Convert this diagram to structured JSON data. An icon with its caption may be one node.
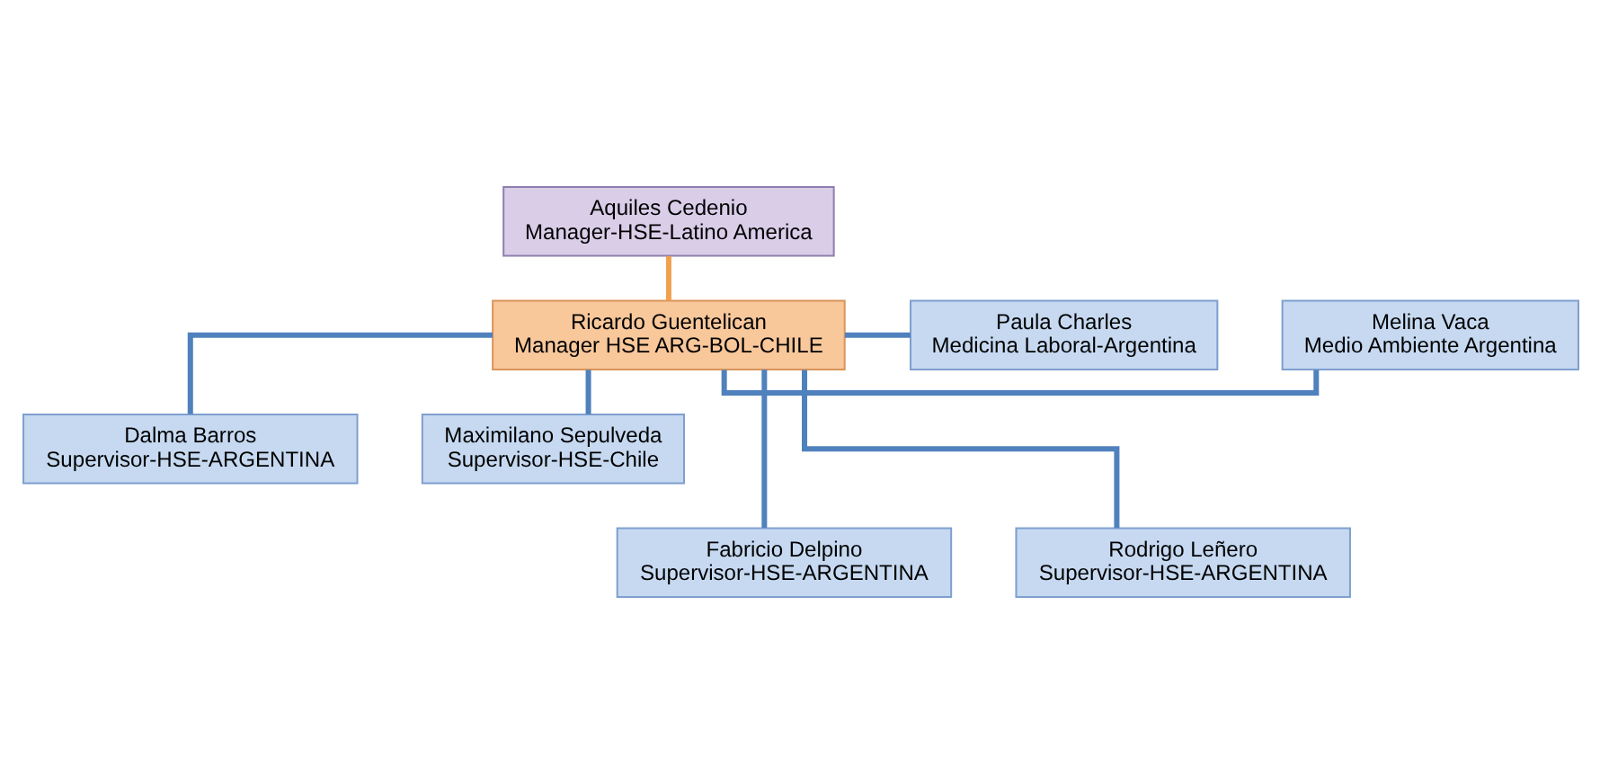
{
  "diagram": {
    "nodes": [
      {
        "text": [
          "Aquiles Cedenio",
          "Manager-HSE-Latino America"
        ]
      },
      {
        "text": [
          "Ricardo Guentelican",
          "Manager HSE ARG-BOL-CHILE"
        ]
      },
      {
        "text": [
          "Melina Vaca",
          "Medio Ambiente Argentina"
        ]
      },
      {
        "text": [
          "Paula Charles",
          "Medicina Laboral-Argentina"
        ]
      },
      {
        "text": [
          "Dalma Barros",
          "Supervisor-HSE-ARGENTINA"
        ]
      },
      {
        "text": [
          "Maximilano Sepulveda",
          "Supervisor-HSE-Chile"
        ]
      },
      {
        "text": [
          "Fabricio Delpino",
          "Supervisor-HSE-ARGENTINA"
        ]
      },
      {
        "text": [
          "Rodrigo Leñero",
          "Supervisor-HSE-ARGENTINA"
        ]
      }
    ],
    "edges": [
      {
        "from": 0,
        "to": 1,
        "arrow": "none",
        "color": "#f0a050"
      },
      {
        "from": 1,
        "to": 2,
        "arrow": "none"
      },
      {
        "from": 1,
        "to": 3,
        "arrow": "none"
      },
      {
        "from": 1,
        "to": 4,
        "arrow": "none"
      },
      {
        "from": 1,
        "to": 5,
        "arrow": "none"
      },
      {
        "from": 1,
        "to": 6,
        "arrow": "none"
      },
      {
        "from": 1,
        "to": 7,
        "arrow": "none"
      }
    ]
  }
}
